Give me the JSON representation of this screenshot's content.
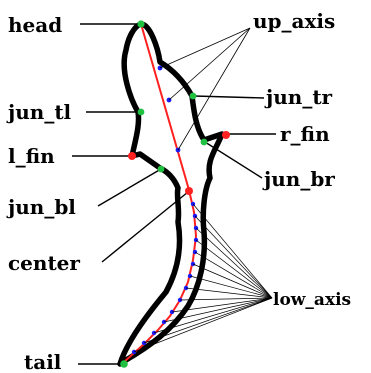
{
  "labels": {
    "head": "head",
    "up_axis": "up_axis",
    "jun_tl": "jun_tl",
    "jun_tr": "jun_tr",
    "l_fin": "l_fin",
    "r_fin": "r_fin",
    "jun_bl": "jun_bl",
    "jun_br": "jun_br",
    "center": "center",
    "low_axis": "low_axis",
    "tail": "tail"
  },
  "colors": {
    "outline": "#000000",
    "axis_line": "#ff2020",
    "axis_points": "#1a1aff",
    "junction_points": "#20c040",
    "fin_points": "#ff2020",
    "leader_lines": "#000000"
  }
}
